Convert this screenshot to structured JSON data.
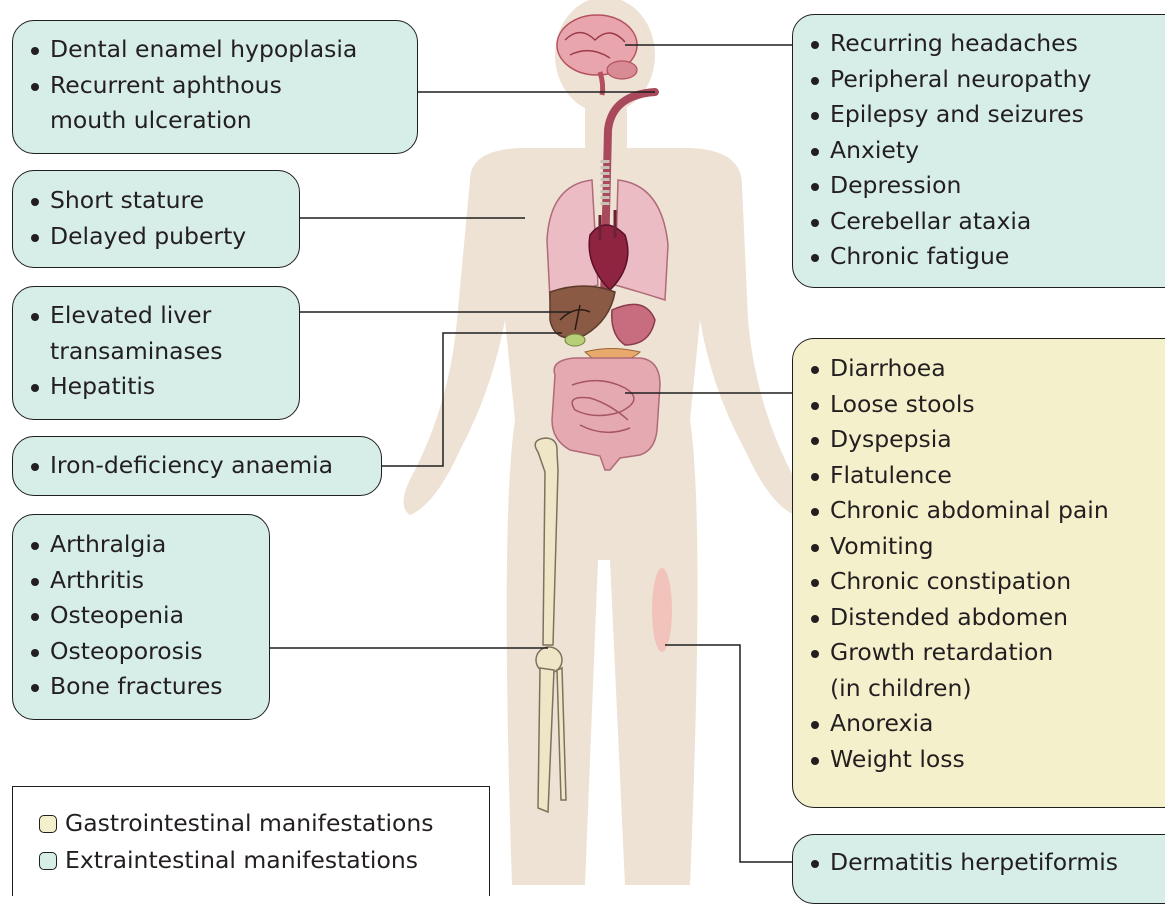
{
  "colors": {
    "extraintestinal_box": "#d7ede8",
    "gastrointestinal_box": "#f5f0cc",
    "body_silhouette": "#ede2d3",
    "connector": "#1f1f1f"
  },
  "callouts": {
    "mouth": [
      "Dental enamel hypoplasia",
      "Recurrent aphthous",
      "mouth ulceration"
    ],
    "growth": [
      "Short stature",
      "Delayed puberty"
    ],
    "liver": [
      "Elevated liver",
      "transaminases",
      "Hepatitis"
    ],
    "blood": [
      "Iron-deficiency anaemia"
    ],
    "bones": [
      "Arthralgia",
      "Arthritis",
      "Osteopenia",
      "Osteoporosis",
      "Bone fractures"
    ],
    "neuro": [
      "Recurring headaches",
      "Peripheral neuropathy",
      "Epilepsy and seizures",
      "Anxiety",
      "Depression",
      "Cerebellar ataxia",
      "Chronic fatigue"
    ],
    "gastro": [
      "Diarrhoea",
      "Loose stools",
      "Dyspepsia",
      "Flatulence",
      "Chronic abdominal pain",
      "Vomiting",
      "Chronic constipation",
      "Distended abdomen",
      "Growth retardation",
      "(in children)",
      "Anorexia",
      "Weight loss"
    ],
    "skin": [
      "Dermatitis herpetiformis"
    ]
  },
  "legend": {
    "gastrointestinal": "Gastrointestinal manifestations",
    "extraintestinal": "Extraintestinal manifestations"
  }
}
